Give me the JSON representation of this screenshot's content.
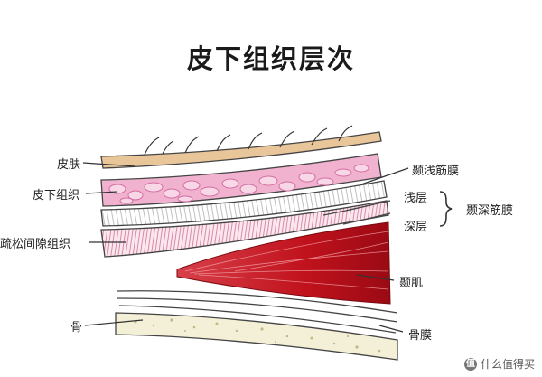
{
  "title": "皮下组织层次",
  "labels": {
    "skin": "皮肤",
    "subcutaneous": "皮下组织",
    "loose_areolar": "疏松间隙组织",
    "bone": "骨",
    "superficial_temporal_fascia": "颞浅筋膜",
    "superficial_layer": "浅层",
    "deep_layer": "深层",
    "deep_temporal_fascia": "颞深筋膜",
    "temporalis_muscle": "颞肌",
    "periosteum": "骨膜"
  },
  "watermark": {
    "logo": "值",
    "text": "什么值得买"
  },
  "colors": {
    "skin": "#e9c59a",
    "subcutaneous": "#e79ac2",
    "muscle": "#c8202a",
    "bone": "#f4f0d8"
  }
}
